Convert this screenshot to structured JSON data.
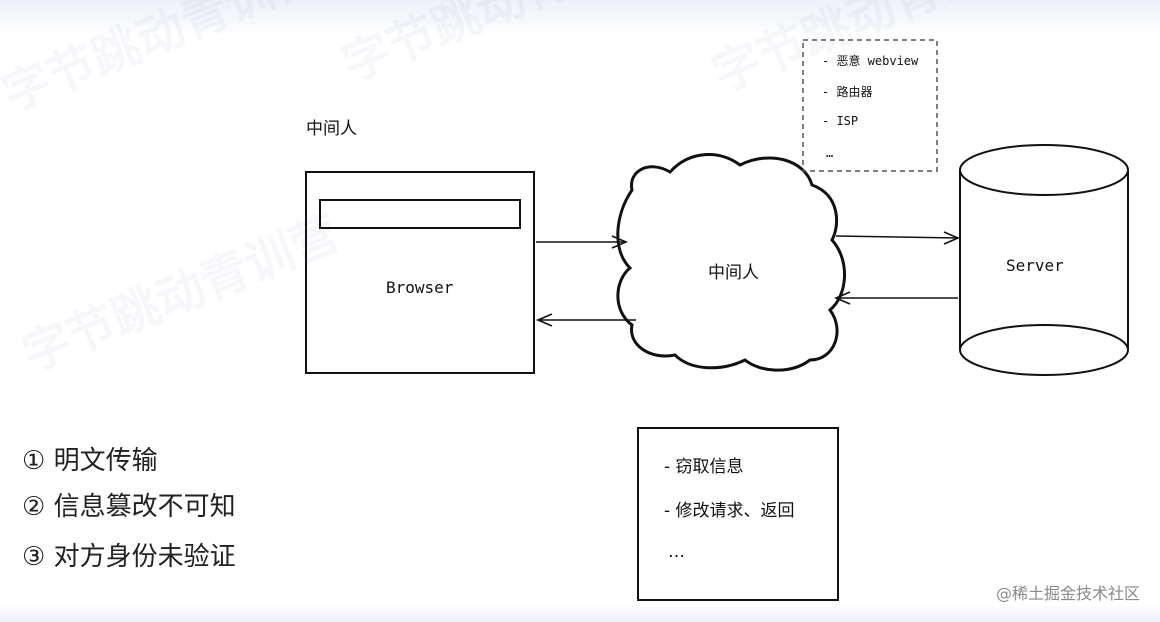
{
  "diagram": {
    "top_label": "中间人",
    "browser_label": "Browser",
    "cloud_label": "中间人",
    "server_label": "Server",
    "attacker_sources": [
      "- 恶意 webview",
      "- 路由器",
      "- ISP",
      "…"
    ],
    "attack_actions": [
      "- 窃取信息",
      "- 修改请求、返回",
      "…"
    ]
  },
  "risks": [
    "① 明文传输",
    "② 信息篡改不可知",
    "③ 对方身份未验证"
  ],
  "credit": "@稀土掘金技术社区",
  "watermark": "字节跳动青训营",
  "colors": {
    "stroke": "#111111",
    "dash": "#555555",
    "credit": "#8a8a8a"
  }
}
